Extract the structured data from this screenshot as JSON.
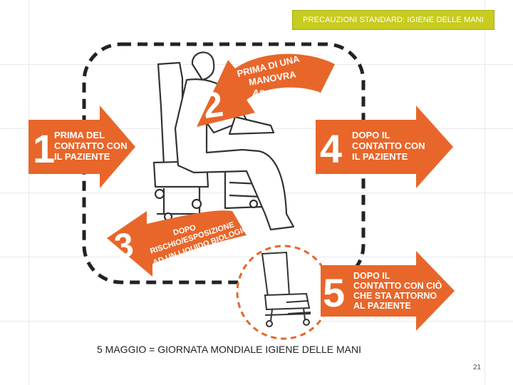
{
  "slide": {
    "title": "PRECAUZIONI STANDARD: IGIENE DELLE MANI",
    "caption": "5 MAGGIO = GIORNATA MONDIALE IGIENE DELLE MANI",
    "page_number": "21"
  },
  "colors": {
    "accent": "#e8662a",
    "badge": "#c7cc1f",
    "dash": "#222222"
  },
  "steps": [
    {
      "number": "1",
      "lines": [
        "PRIMA DEL",
        "CONTATTO CON",
        "IL PAZIENTE"
      ]
    },
    {
      "number": "2",
      "lines": [
        "PRIMA DI UNA",
        "MANOVRA",
        "ASETTICA"
      ]
    },
    {
      "number": "3",
      "lines": [
        "DOPO",
        "RISCHIO/ESPOSIZIONE",
        "AD UN LIQUIDO BIOLOGICO"
      ]
    },
    {
      "number": "4",
      "lines": [
        "DOPO IL",
        "CONTATTO CON",
        "IL PAZIENTE"
      ]
    },
    {
      "number": "5",
      "lines": [
        "DOPO IL",
        "CONTATTO CON CIÒ",
        "CHE STA ATTORNO",
        "AL PAZIENTE"
      ]
    }
  ],
  "icons": [
    "patient-in-chair-icon",
    "empty-chair-icon"
  ]
}
